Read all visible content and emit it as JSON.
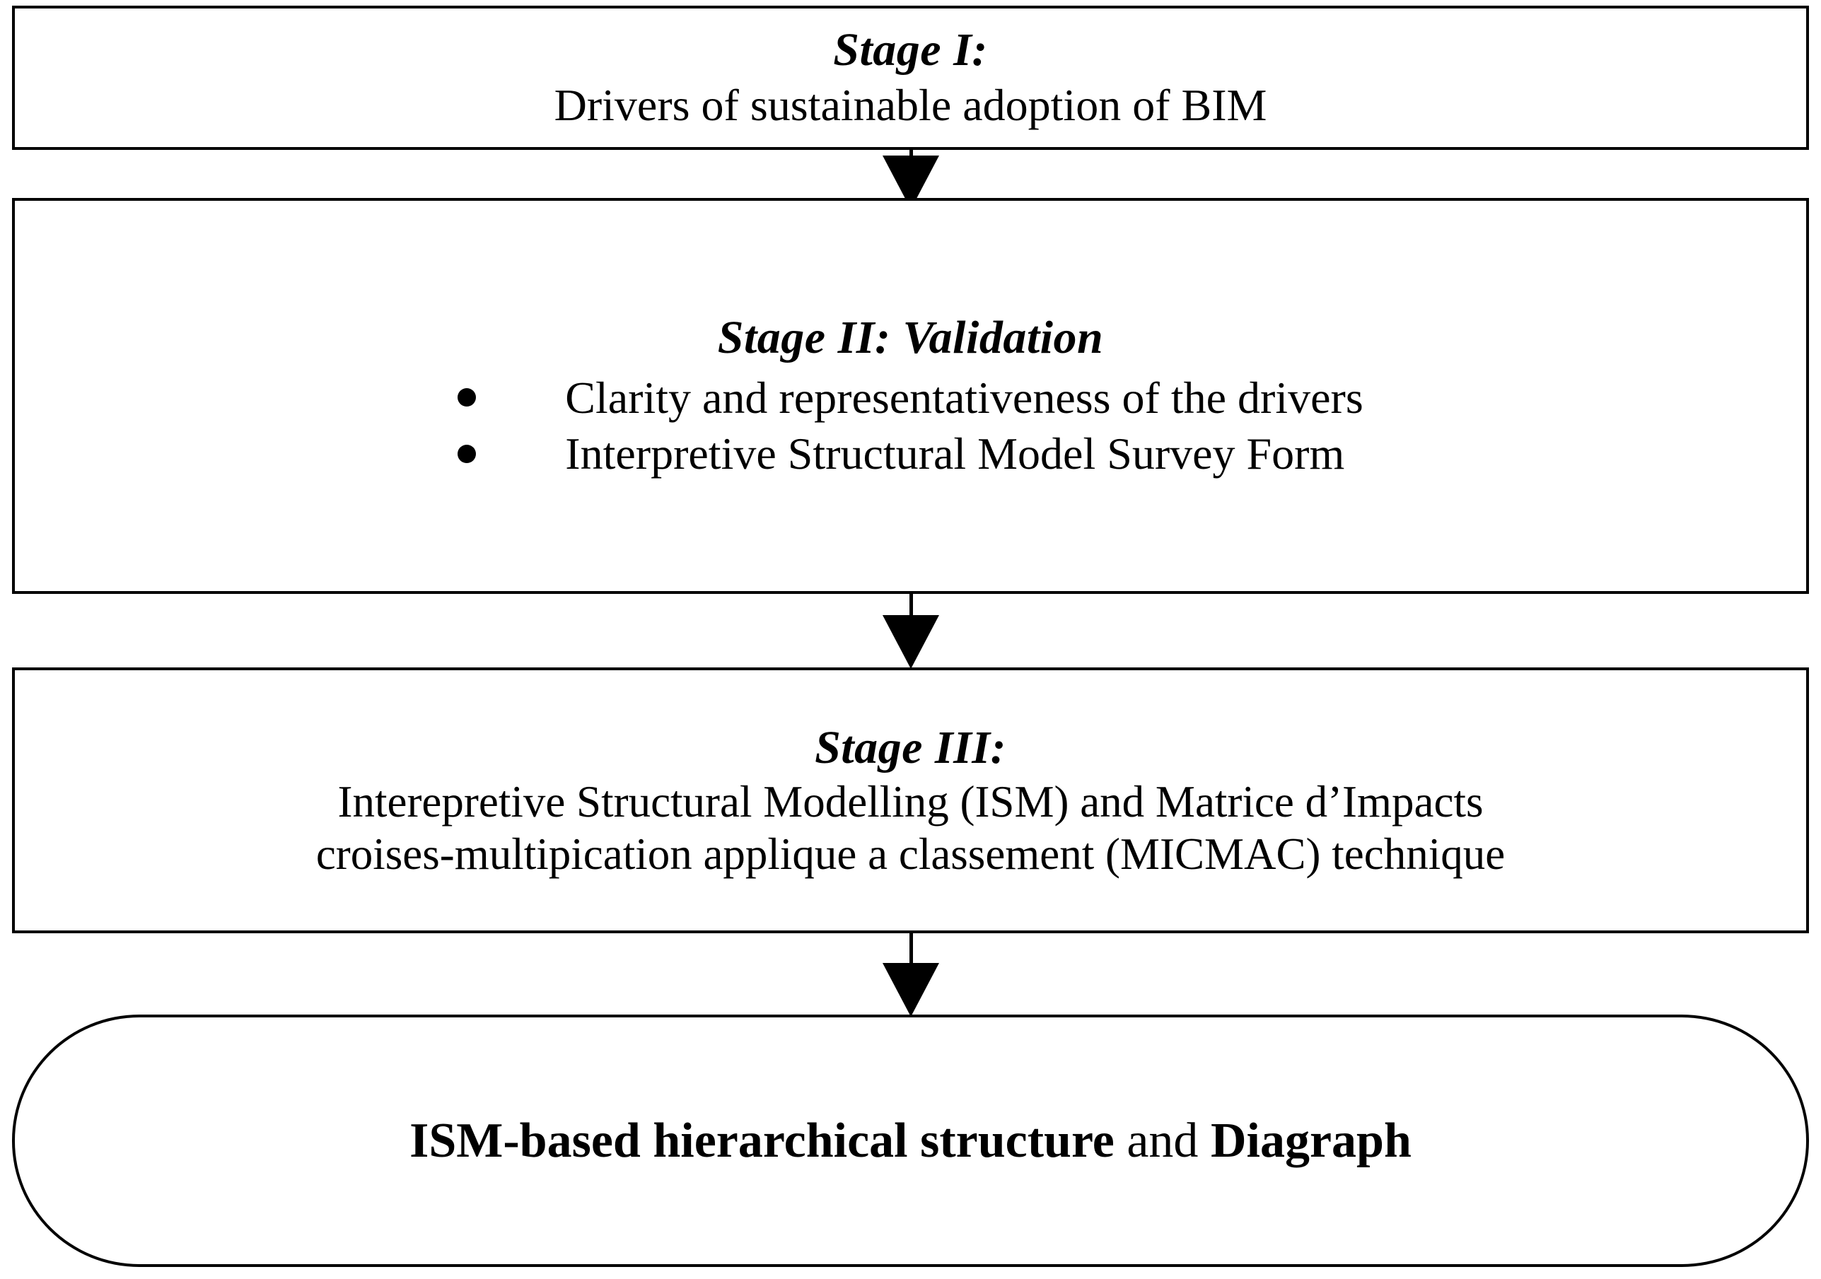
{
  "diagram": {
    "type": "flowchart",
    "orientation": "vertical",
    "colors": {
      "stroke": "#000000",
      "fill": "#ffffff",
      "text": "#000000"
    },
    "nodes": [
      {
        "id": "stage-1",
        "shape": "rectangle",
        "title": "Stage I:",
        "lines": [
          "Drivers of sustainable adoption of BIM"
        ]
      },
      {
        "id": "stage-2",
        "shape": "rectangle",
        "title": "Stage II: Validation",
        "bullets": [
          "Clarity and representativeness of the drivers",
          "Interpretive Structural Model Survey Form"
        ]
      },
      {
        "id": "stage-3",
        "shape": "rectangle",
        "title": "Stage III:",
        "lines": [
          "Interepretive Structural Modelling (ISM) and Matrice d’Impacts",
          "croises-multipication applique a classement (MICMAC) technique"
        ]
      },
      {
        "id": "outcome",
        "shape": "stadium",
        "outcome": {
          "bold_lead": "ISM-based hierarchical structure",
          "conjunction": " and ",
          "bold_tail": "Diagraph"
        }
      }
    ],
    "connectors": [
      {
        "id": "arrow-1",
        "from": "stage-1",
        "to": "stage-2",
        "glyph": "down-arrow"
      },
      {
        "id": "arrow-2",
        "from": "stage-2",
        "to": "stage-3",
        "glyph": "down-arrow"
      },
      {
        "id": "arrow-3",
        "from": "stage-3",
        "to": "outcome",
        "glyph": "down-arrow"
      }
    ]
  }
}
